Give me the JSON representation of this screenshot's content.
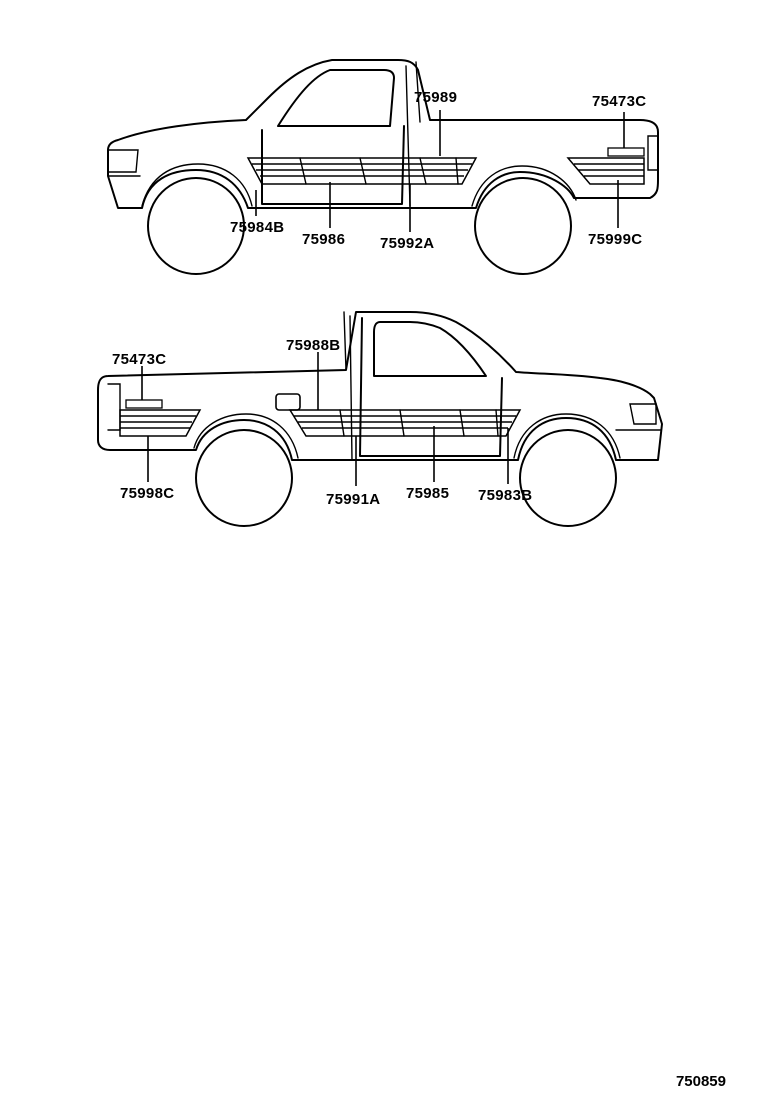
{
  "figure_code": "750859",
  "top_view": {
    "labels": {
      "part_75989": "75989",
      "part_75473C": "75473C",
      "part_75984B": "75984B",
      "part_75986": "75986",
      "part_75992A": "75992A",
      "part_75999C": "75999C"
    }
  },
  "bottom_view": {
    "labels": {
      "part_75473C": "75473C",
      "part_75988B": "75988B",
      "part_75998C": "75998C",
      "part_75991A": "75991A",
      "part_75985": "75985",
      "part_75983B": "75983B"
    }
  },
  "colors": {
    "line": "#000000",
    "background": "#ffffff"
  }
}
